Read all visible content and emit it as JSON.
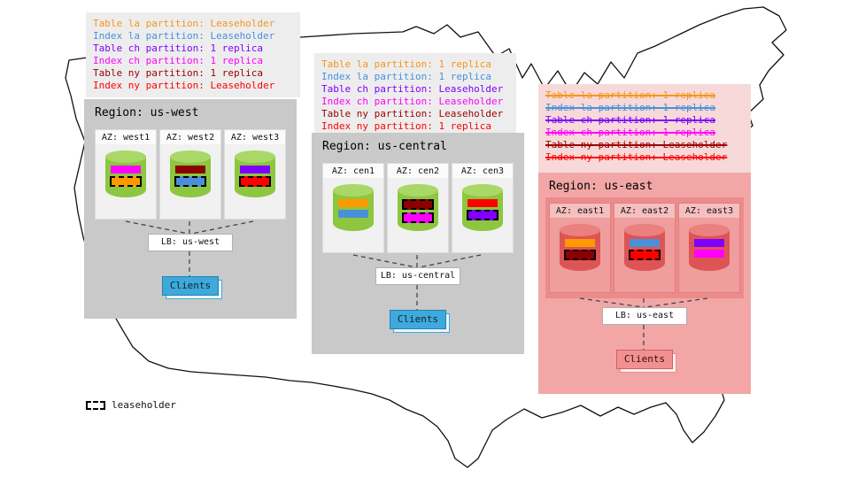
{
  "legend": {
    "label": "leaseholder"
  },
  "colors": {
    "healthy_node": "#8dc63f",
    "down_node": "#de5454",
    "region_bg": "#c9c9c9",
    "down_region_bg": "#f2a6a6",
    "clients": "#3fa9dc",
    "clients_down": "#f19090"
  },
  "regions": [
    {
      "title": "Region: us-west",
      "down": false,
      "annotations": [
        {
          "text": "Table la partition: Leaseholder",
          "color": "#f7941d"
        },
        {
          "text": "Index la partition: Leaseholder",
          "color": "#4a90d9"
        },
        {
          "text": "Table ch partition: 1 replica",
          "color": "#8000ff"
        },
        {
          "text": "Index ch partition: 1 replica",
          "color": "#ff00ff"
        },
        {
          "text": "Table ny partition: 1 replica",
          "color": "#990000"
        },
        {
          "text": "Index ny partition: Leaseholder",
          "color": "#ff0000"
        }
      ],
      "azs": [
        {
          "label": "AZ: west1",
          "bars": [
            {
              "color": "#ff00ff",
              "leaseholder": false
            },
            {
              "color": "#ff9900",
              "leaseholder": true
            }
          ]
        },
        {
          "label": "AZ: west2",
          "bars": [
            {
              "color": "#8b0000",
              "leaseholder": false
            },
            {
              "color": "#4a90d9",
              "leaseholder": true
            }
          ]
        },
        {
          "label": "AZ: west3",
          "bars": [
            {
              "color": "#8000ff",
              "leaseholder": false
            },
            {
              "color": "#ff0000",
              "leaseholder": true
            }
          ]
        }
      ],
      "lb": "LB: us-west",
      "clients": "Clients"
    },
    {
      "title": "Region: us-central",
      "down": false,
      "annotations": [
        {
          "text": "Table la partition: 1 replica",
          "color": "#f7941d"
        },
        {
          "text": "Index la partition: 1 replica",
          "color": "#4a90d9"
        },
        {
          "text": "Table ch partition: Leaseholder",
          "color": "#8000ff"
        },
        {
          "text": "Index ch partition: Leaseholder",
          "color": "#ff00ff"
        },
        {
          "text": "Table ny partition: Leaseholder",
          "color": "#990000"
        },
        {
          "text": "Index ny partition: 1 replica",
          "color": "#ff0000"
        }
      ],
      "azs": [
        {
          "label": "AZ: cen1",
          "bars": [
            {
              "color": "#ff9900",
              "leaseholder": false
            },
            {
              "color": "#4a90d9",
              "leaseholder": false
            }
          ]
        },
        {
          "label": "AZ: cen2",
          "bars": [
            {
              "color": "#8b0000",
              "leaseholder": true
            },
            {
              "color": "#ff00ff",
              "leaseholder": true
            }
          ]
        },
        {
          "label": "AZ: cen3",
          "bars": [
            {
              "color": "#ff0000",
              "leaseholder": false
            },
            {
              "color": "#8000ff",
              "leaseholder": true
            }
          ]
        }
      ],
      "lb": "LB: us-central",
      "clients": "Clients"
    },
    {
      "title": "Region: us-east",
      "down": true,
      "annotations": [
        {
          "text": "Table la partition: 1 replica",
          "color": "#f7941d"
        },
        {
          "text": "Index la partition: 1 replica",
          "color": "#4a90d9"
        },
        {
          "text": "Table ch partition: 1 replica",
          "color": "#8000ff"
        },
        {
          "text": "Index ch partition: 1 replica",
          "color": "#ff00ff"
        },
        {
          "text": "Table ny partition: Leaseholder",
          "color": "#990000"
        },
        {
          "text": "Index ny partition: Leaseholder",
          "color": "#ff0000"
        }
      ],
      "azs": [
        {
          "label": "AZ: east1",
          "bars": [
            {
              "color": "#ff9900",
              "leaseholder": false
            },
            {
              "color": "#8b0000",
              "leaseholder": true
            }
          ]
        },
        {
          "label": "AZ: east2",
          "bars": [
            {
              "color": "#4a90d9",
              "leaseholder": false
            },
            {
              "color": "#ff0000",
              "leaseholder": true
            }
          ]
        },
        {
          "label": "AZ: east3",
          "bars": [
            {
              "color": "#8000ff",
              "leaseholder": false
            },
            {
              "color": "#ff00ff",
              "leaseholder": false
            }
          ]
        }
      ],
      "lb": "LB: us-east",
      "clients": "Clients"
    }
  ]
}
